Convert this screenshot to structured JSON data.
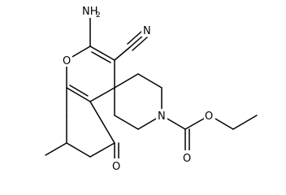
{
  "molecule": {
    "atom_labels": {
      "amino_n": "NH",
      "amino_h_count": "2",
      "nitrile_n": "N",
      "ring_oxygen": "O",
      "ketone_oxygen": "O",
      "piperidine_n": "N",
      "carbonyl_oxygen": "O",
      "ester_oxygen": "O"
    }
  }
}
